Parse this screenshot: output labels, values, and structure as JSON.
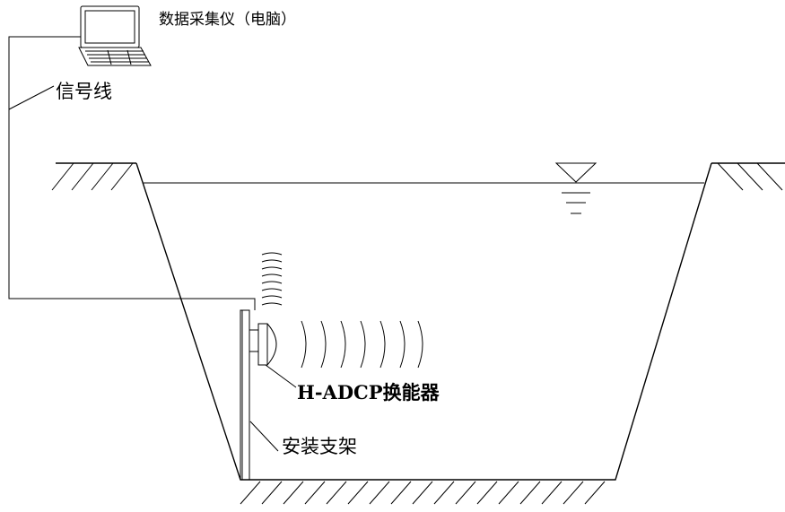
{
  "labels": {
    "computer": "数据采集仪（电脑）",
    "signal_line": "信号线",
    "transducer": "H-ADCP换能器",
    "mount": "安装支架"
  },
  "icons": {
    "computer": "laptop-icon",
    "water_level": "water-level-symbol",
    "ground": "ground-hatch"
  }
}
